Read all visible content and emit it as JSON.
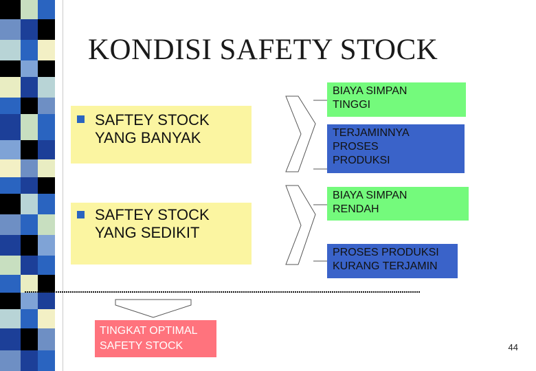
{
  "slide": {
    "title": "KONDISI SAFETY STOCK",
    "page_number": "44"
  },
  "left_items": [
    {
      "line1": "SAFTEY STOCK",
      "line2": "YANG BANYAK"
    },
    {
      "line1": "SAFTEY STOCK",
      "line2": "YANG SEDIKIT"
    }
  ],
  "right_boxes": [
    {
      "line1": "BIAYA SIMPAN",
      "line2": "TINGGI",
      "line3": ""
    },
    {
      "line1": "TERJAMINNYA",
      "line2": "PROSES",
      "line3": "PRODUKSI"
    },
    {
      "line1": "BIAYA SIMPAN",
      "line2": "RENDAH",
      "line3": ""
    },
    {
      "line1": "PROSES PRODUKSI",
      "line2": "KURANG TERJAMIN",
      "line3": ""
    }
  ],
  "result": {
    "line1": "TINGKAT OPTIMAL",
    "line2": "SAFETY STOCK"
  },
  "colors": {
    "yellow_box": "#fbf5a1",
    "green_box": "#74fa7c",
    "blue_box": "#3a63c9",
    "pink_box": "#ff737d",
    "bullet": "#2a64c0"
  }
}
